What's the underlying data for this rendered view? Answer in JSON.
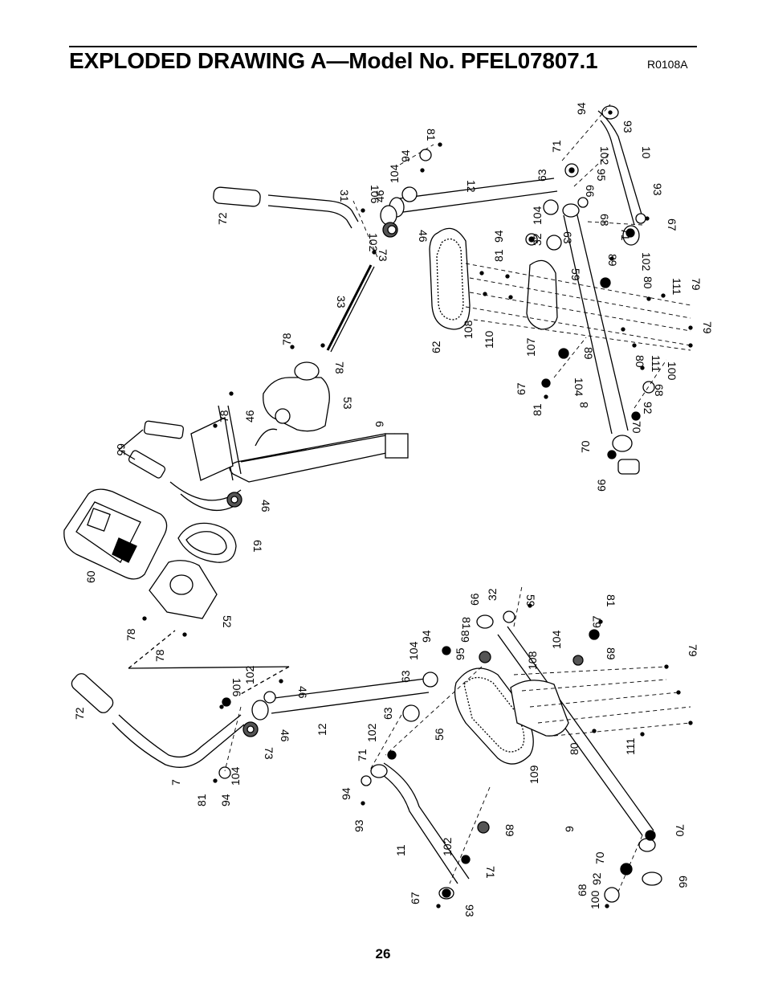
{
  "header": {
    "title": "EXPLODED DRAWING A—Model No. PFEL07807.1",
    "drawing_code": "R0108A"
  },
  "footer": {
    "page_number": "26"
  },
  "callouts": {
    "upper": [
      "93",
      "94",
      "81",
      "94",
      "104",
      "46",
      "12",
      "63",
      "71",
      "102",
      "10",
      "95",
      "66",
      "68",
      "104",
      "93",
      "67",
      "71",
      "102",
      "89",
      "80",
      "111",
      "79",
      "79",
      "80",
      "111",
      "100",
      "68",
      "92",
      "70",
      "70",
      "66",
      "8",
      "107",
      "89",
      "104",
      "81",
      "67",
      "62",
      "108",
      "110",
      "81",
      "94",
      "32",
      "63",
      "59",
      "33",
      "31",
      "106",
      "72",
      "102",
      "46",
      "73",
      "78",
      "78",
      "53",
      "78",
      "46",
      "6",
      "65",
      "46",
      "61",
      "60",
      "52",
      "78",
      "78"
    ],
    "lower": [
      "66",
      "32",
      "59",
      "68",
      "95",
      "94",
      "81",
      "104",
      "63",
      "46",
      "102",
      "106",
      "72",
      "7",
      "12",
      "63",
      "102",
      "71",
      "73",
      "46",
      "104",
      "94",
      "81",
      "94",
      "93",
      "11",
      "102",
      "71",
      "89",
      "67",
      "93",
      "108",
      "56",
      "109",
      "67",
      "81",
      "104",
      "89",
      "79",
      "80",
      "111",
      "9",
      "70",
      "70",
      "92",
      "68",
      "100",
      "66"
    ]
  }
}
